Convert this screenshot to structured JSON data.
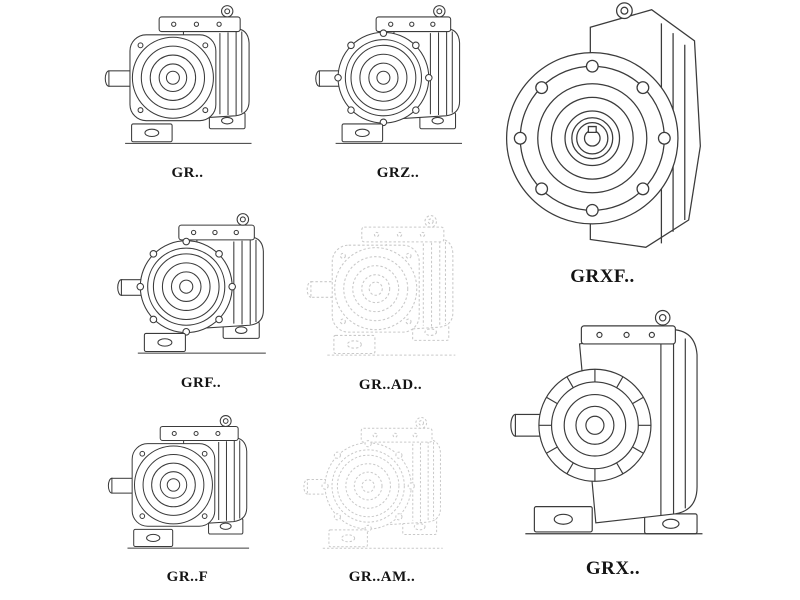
{
  "page": {
    "background": "#ffffff",
    "ink_color": "#3b3b3b",
    "ghost_line_color": "#c9c9c9",
    "label_color": "#141414"
  },
  "figures": {
    "gr": {
      "label": "GR.."
    },
    "grz": {
      "label": "GRZ.."
    },
    "grxf": {
      "label": "GRXF.."
    },
    "grf": {
      "label": "GRF.."
    },
    "grad": {
      "label": "GR..AD.."
    },
    "grfoot": {
      "label": "GR..F"
    },
    "gram": {
      "label": "GR..AM.."
    },
    "grx": {
      "label": "GRX.."
    }
  }
}
